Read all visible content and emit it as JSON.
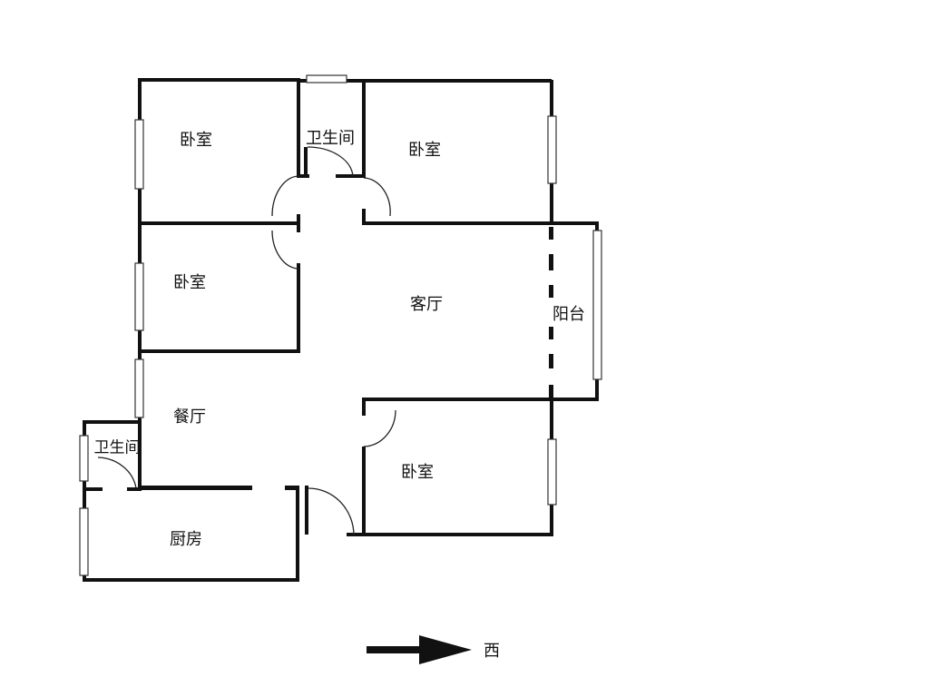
{
  "rooms": {
    "bedroom_top_left": "卧室",
    "bathroom_top": "卫生间",
    "bedroom_top_right": "卧室",
    "bedroom_mid_left": "卧室",
    "living_room": "客厅",
    "balcony": "阳台",
    "dining_room": "餐厅",
    "bathroom_small": "卫生间",
    "bedroom_bottom_right": "卧室",
    "kitchen": "厨房"
  },
  "compass": {
    "direction": "西",
    "icon": "arrow-right-icon"
  },
  "colors": {
    "wall": "#111111",
    "window": "#ffffff",
    "background": "#ffffff"
  }
}
